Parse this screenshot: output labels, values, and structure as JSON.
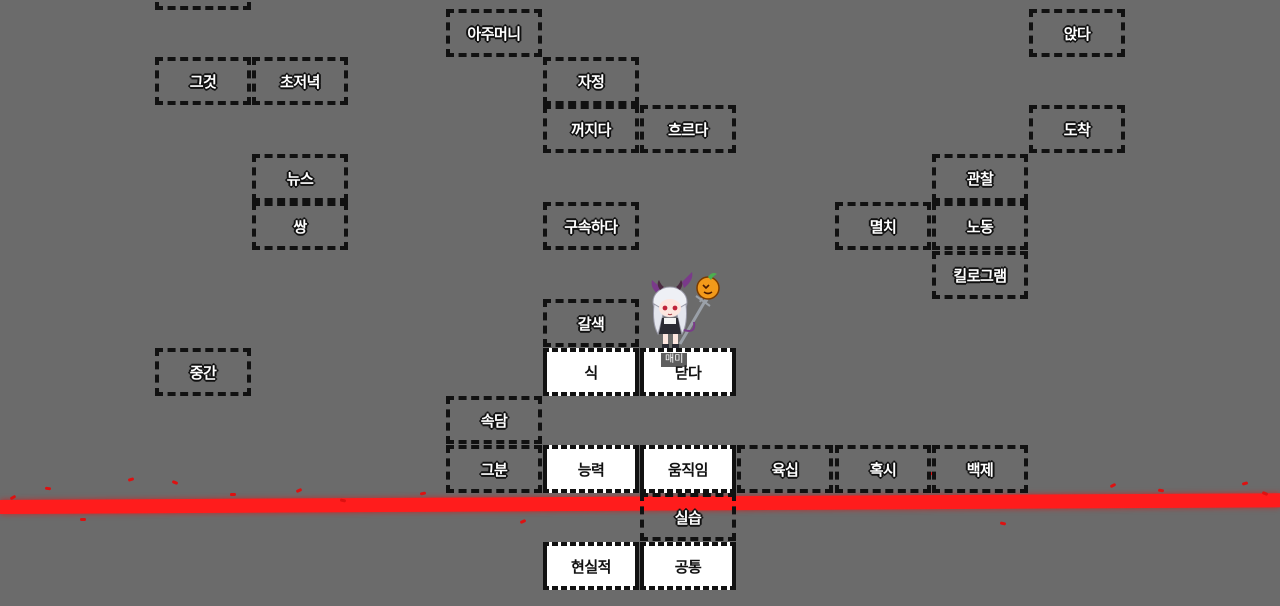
{
  "game": {
    "player_name": "매미",
    "character": "devil-girl-with-pumpkin-staff",
    "line_color": "#ff1c1c",
    "board_background": "#6b6b6b"
  },
  "tiles": [
    {
      "id": "t0",
      "word": "",
      "state": "empty"
    },
    {
      "id": "t1",
      "word": "아주머니",
      "state": "empty"
    },
    {
      "id": "t2",
      "word": "앉다",
      "state": "empty"
    },
    {
      "id": "t3",
      "word": "그것",
      "state": "empty"
    },
    {
      "id": "t4",
      "word": "초저녁",
      "state": "empty"
    },
    {
      "id": "t5",
      "word": "자정",
      "state": "empty"
    },
    {
      "id": "t6",
      "word": "꺼지다",
      "state": "empty"
    },
    {
      "id": "t7",
      "word": "흐르다",
      "state": "empty"
    },
    {
      "id": "t8",
      "word": "도착",
      "state": "empty"
    },
    {
      "id": "t9",
      "word": "뉴스",
      "state": "empty"
    },
    {
      "id": "t10",
      "word": "관찰",
      "state": "empty"
    },
    {
      "id": "t11",
      "word": "쌍",
      "state": "empty"
    },
    {
      "id": "t12",
      "word": "구속하다",
      "state": "empty"
    },
    {
      "id": "t13",
      "word": "멸치",
      "state": "empty"
    },
    {
      "id": "t14",
      "word": "노동",
      "state": "empty"
    },
    {
      "id": "t15",
      "word": "킬로그램",
      "state": "empty"
    },
    {
      "id": "t16",
      "word": "갈색",
      "state": "empty"
    },
    {
      "id": "t17",
      "word": "중간",
      "state": "empty"
    },
    {
      "id": "t18",
      "word": "식",
      "state": "filled"
    },
    {
      "id": "t19",
      "word": "닫다",
      "state": "filled"
    },
    {
      "id": "t20",
      "word": "속담",
      "state": "empty"
    },
    {
      "id": "t21",
      "word": "그분",
      "state": "empty"
    },
    {
      "id": "t22",
      "word": "능력",
      "state": "filled"
    },
    {
      "id": "t23",
      "word": "움직임",
      "state": "filled"
    },
    {
      "id": "t24",
      "word": "육십",
      "state": "empty"
    },
    {
      "id": "t25",
      "word": "혹시",
      "state": "empty"
    },
    {
      "id": "t26",
      "word": "백제",
      "state": "empty"
    },
    {
      "id": "t27",
      "word": "실습",
      "state": "empty"
    },
    {
      "id": "t28",
      "word": "현실적",
      "state": "filled"
    },
    {
      "id": "t29",
      "word": "공통",
      "state": "filled"
    }
  ]
}
